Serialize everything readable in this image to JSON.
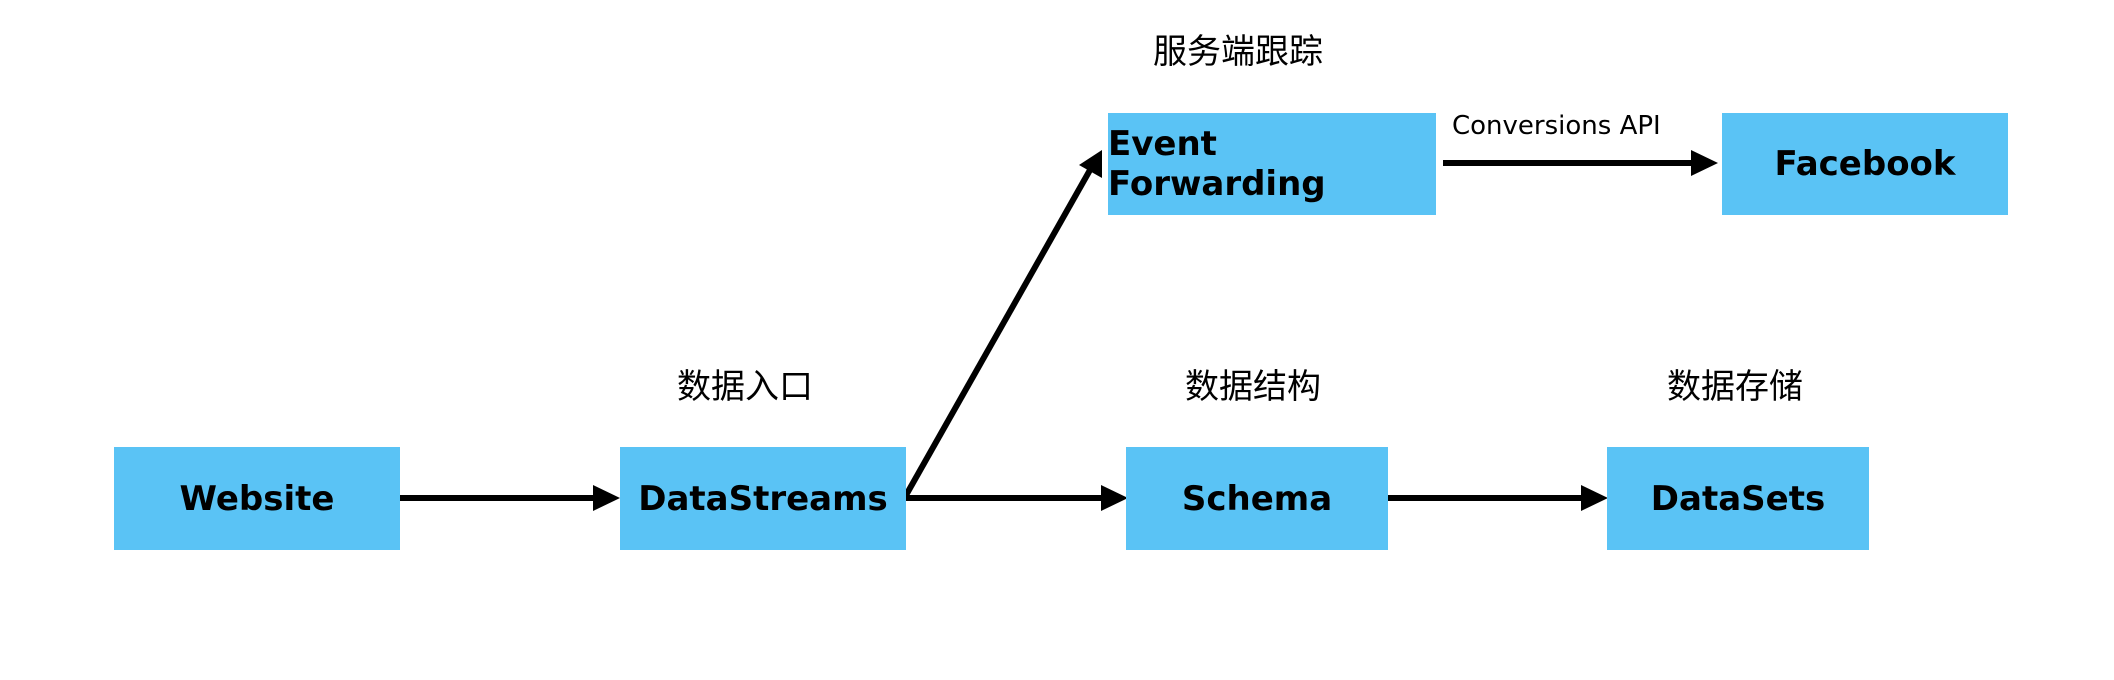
{
  "colors": {
    "node_fill": "#5ac3f5",
    "arrow": "#000000",
    "text": "#000000"
  },
  "nodes": {
    "website": "Website",
    "datastreams": "DataStreams",
    "event_forwarding": "Event Forwarding",
    "facebook": "Facebook",
    "schema": "Schema",
    "datasets": "DataSets"
  },
  "labels": {
    "server_side": "服务端跟踪",
    "data_entry": "数据入口",
    "data_structure": "数据结构",
    "data_storage": "数据存储"
  },
  "edges": [
    {
      "from": "website",
      "to": "datastreams",
      "label": ""
    },
    {
      "from": "datastreams",
      "to": "event_forwarding",
      "label": ""
    },
    {
      "from": "datastreams",
      "to": "schema",
      "label": ""
    },
    {
      "from": "event_forwarding",
      "to": "facebook",
      "label": "Conversions API"
    },
    {
      "from": "schema",
      "to": "datasets",
      "label": ""
    }
  ]
}
